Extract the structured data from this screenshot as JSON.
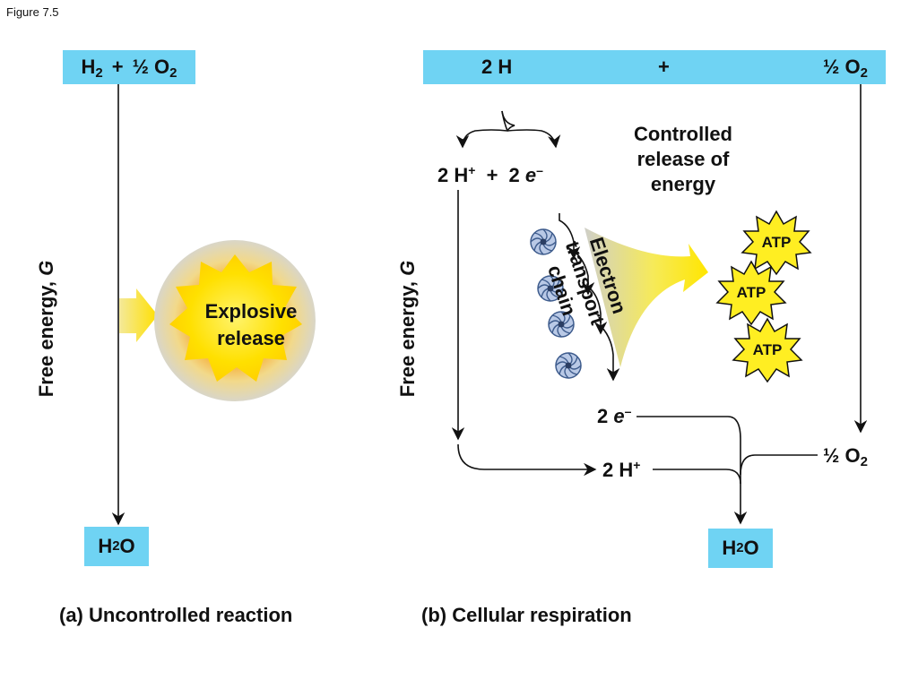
{
  "figure_label": "Figure 7.5",
  "panel_a": {
    "reactants": {
      "h2": "H",
      "h2_sub": "2",
      "plus": "+",
      "half_o2": "½ O",
      "o2_sub": "2"
    },
    "product": {
      "h": "H",
      "sub": "2",
      "o": "O"
    },
    "y_axis": "Free energy, ",
    "y_axis_italic": "G",
    "burst_label_1": "Explosive",
    "burst_label_2": "release",
    "caption": "(a) Uncontrolled reaction"
  },
  "panel_b": {
    "reactants": {
      "two_h": "2 H",
      "plus": "+",
      "half_o2": "½ O",
      "o2_sub": "2"
    },
    "split": {
      "two_h_plus": "2 H",
      "plus_sup": "+",
      "plus": "+",
      "two_e": "2 ",
      "e": "e",
      "minus_sup": "–"
    },
    "controlled": [
      "Controlled",
      "release of",
      "energy"
    ],
    "etc_label": [
      "Electron transport",
      "chain"
    ],
    "atp": [
      "ATP",
      "ATP",
      "ATP"
    ],
    "two_e_bottom": {
      "num": "2 ",
      "e": "e",
      "sup": "–"
    },
    "half_o2_bottom": {
      "text": "½ O",
      "sub": "2"
    },
    "two_h_bottom": {
      "text": "2 H",
      "sup": "+"
    },
    "product": {
      "h": "H",
      "sub": "2",
      "o": "O"
    },
    "y_axis": "Free energy, ",
    "y_axis_italic": "G",
    "caption": "(b) Cellular respiration"
  },
  "colors": {
    "box": "#6fd3f3",
    "burst": "#ffe400",
    "glow": "#f7a51c",
    "atp": "#ffee22"
  }
}
